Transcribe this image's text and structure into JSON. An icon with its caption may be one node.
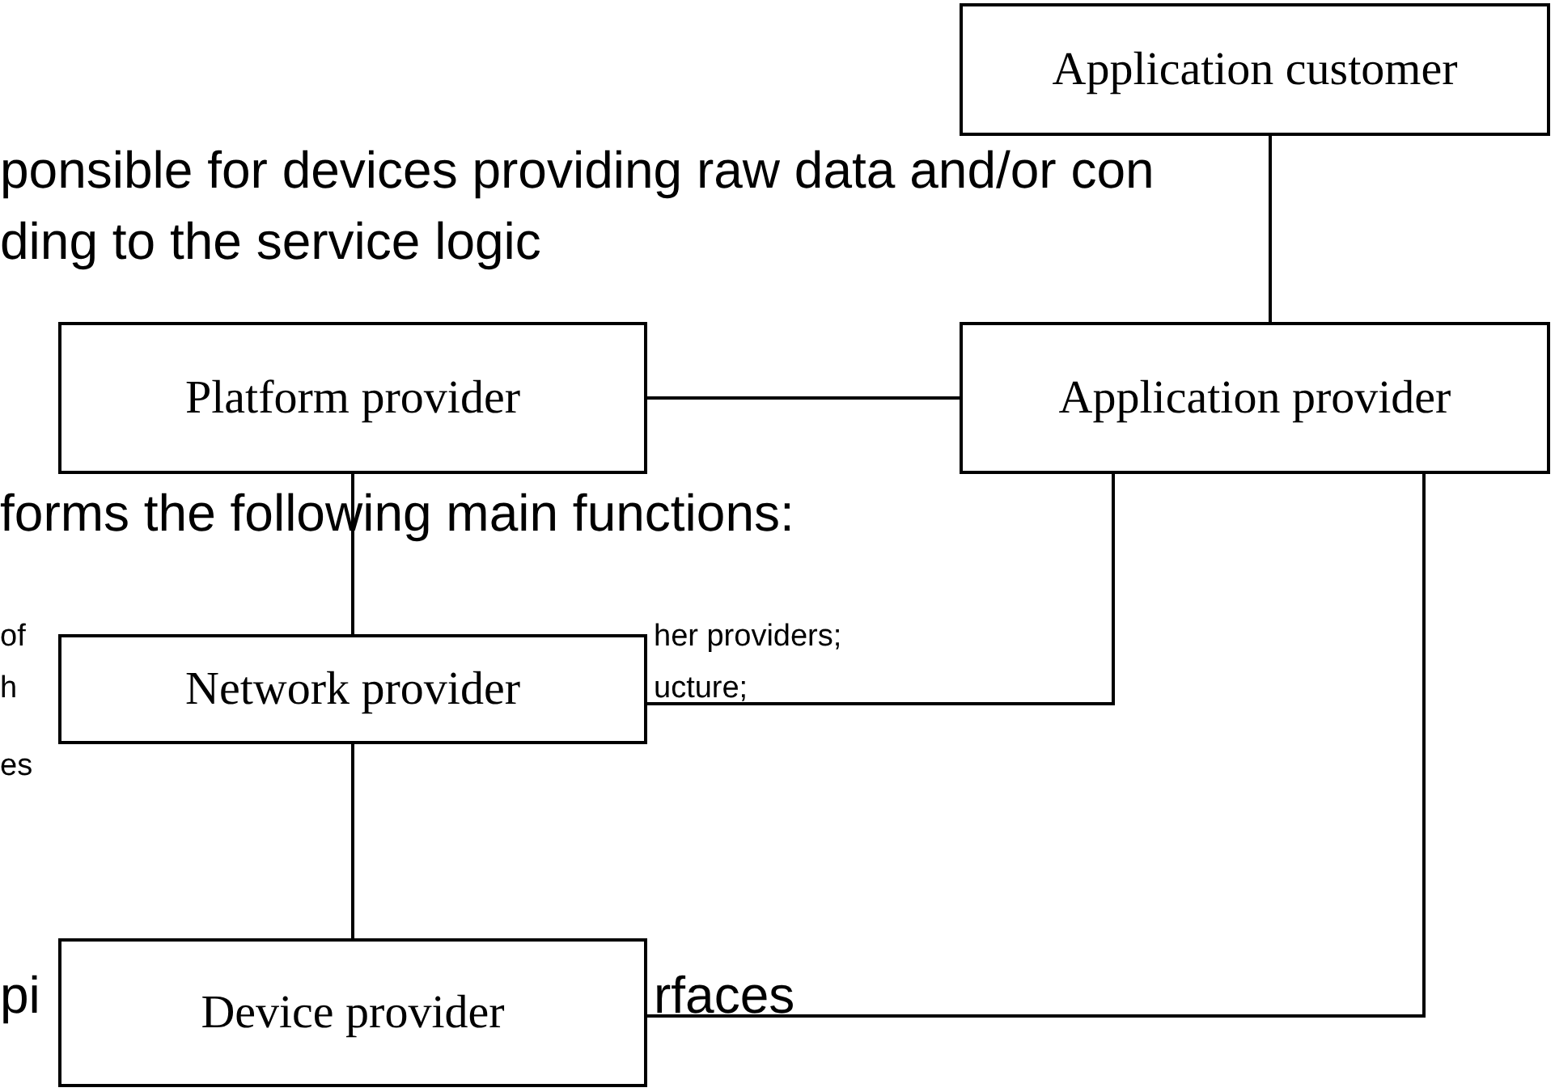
{
  "diagram": {
    "nodes": [
      {
        "text": [
          "Application customer"
        ]
      },
      {
        "text": [
          "Platform provider"
        ]
      },
      {
        "text": [
          "Application provider"
        ]
      },
      {
        "text": [
          "Network provider"
        ]
      },
      {
        "text": [
          "Device provider"
        ]
      }
    ],
    "edges": [
      {
        "from": 0,
        "to": 2,
        "arrow": "none"
      },
      {
        "from": 1,
        "to": 2,
        "arrow": "none"
      },
      {
        "from": 1,
        "to": 3,
        "arrow": "none"
      },
      {
        "from": 2,
        "to": 3,
        "arrow": "none"
      },
      {
        "from": 3,
        "to": 4,
        "arrow": "none"
      },
      {
        "from": 2,
        "to": 4,
        "arrow": "none"
      }
    ],
    "labels": [
      "ponsible for devices providing raw data and/or con",
      "ding to the service logic",
      "forms the following main functions:",
      "of",
      "her providers;",
      "h",
      "ucture;",
      "es",
      "pi",
      "rfaces"
    ]
  }
}
